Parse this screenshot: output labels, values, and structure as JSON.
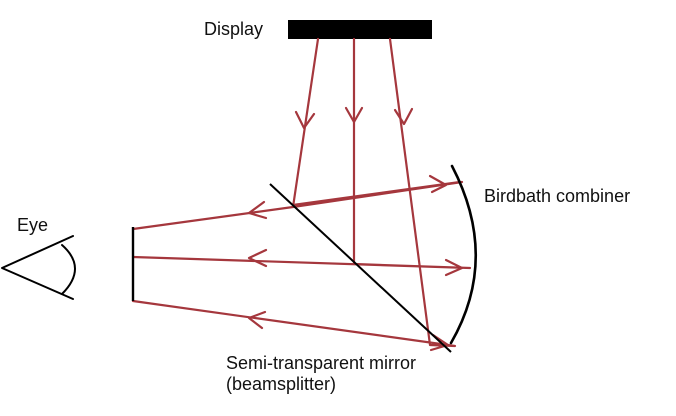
{
  "labels": {
    "display": "Display",
    "eye": "Eye",
    "combiner": "Birdbath combiner",
    "mirror_line1": "Semi-transparent mirror",
    "mirror_line2": "(beamsplitter)"
  },
  "colors": {
    "ray": "#a5373d",
    "component": "#000000",
    "text": "#111111",
    "background": "#ffffff"
  }
}
